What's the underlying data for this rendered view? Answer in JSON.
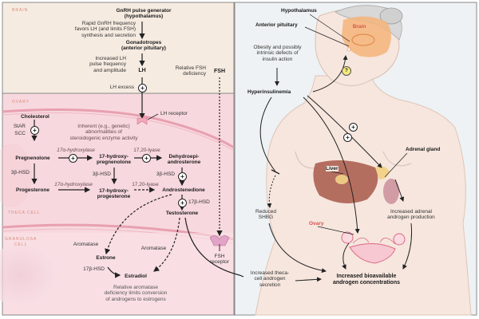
{
  "sections": {
    "brain": "BRAIN",
    "ovary": "OVARY",
    "theca_cell": "THECA CELL",
    "granulosa_cell_1": "GRANULOSA",
    "granulosa_cell_2": "CELL"
  },
  "brain_panel": {
    "gnrh_1": "GnRH pulse generator",
    "gnrh_2": "(hypothalamus)",
    "rapid_1": "Rapid GnRH frequency",
    "rapid_2": "favors LH (and limits FSH)",
    "rapid_3": "synthesis and secretion",
    "gonado_1": "Gonadotropes",
    "gonado_2": "(anterior pituitary)",
    "inc_lh_1": "Increased LH",
    "inc_lh_2": "pulse frequency",
    "inc_lh_3": "and amplitude",
    "lh": "LH",
    "fsh_def_1": "Relative FSH",
    "fsh_def_2": "deficiency",
    "fsh": "FSH",
    "lh_excess": "LH excess"
  },
  "ovary_panel": {
    "lh_receptor": "LH receptor",
    "cholesterol": "Cholesterol",
    "star": "StAR",
    "scc": "SCC",
    "inherent_1": "Inherent (e.g., genetic)",
    "inherent_2": "abnormalities of",
    "inherent_3": "steroidogenic enzyme activity",
    "hydroxylase_a": "17α-hydroxylase",
    "lyase_a": "17,20-lyase",
    "pregnenolone": "Pregnenolone",
    "hydroxy_preg_1": "17-hydroxy-",
    "hydroxy_preg_2": "pregnenolone",
    "dhea_1": "Dehydroepi-",
    "dhea_2": "androsterone",
    "hsd3_a": "3β-HSD",
    "hsd3_b": "3β-HSD",
    "hsd3_c": "3β-HSD",
    "hydroxylase_b": "17α-hydroxylase",
    "lyase_b": "17,20-lyase",
    "progesterone": "Progesterone",
    "hydroxy_prog_1": "17-hydroxy-",
    "hydroxy_prog_2": "progesterone",
    "androstenedione": "Androstenedione",
    "hsd17_a": "17β-HSD",
    "testosterone": "Testosterone",
    "aromatase_a": "Aromatase",
    "aromatase_b": "Aromatase",
    "estrone": "Estrone",
    "hsd17_b": "17β-HSD",
    "estradiol": "Estradiol",
    "fsh_receptor_1": "FSH",
    "fsh_receptor_2": "receptor",
    "relative_arom_1": "Relative aromatase",
    "relative_arom_2": "deficiency limits conversion",
    "relative_arom_3": "of androgens to estrogens"
  },
  "body_panel": {
    "hypothalamus": "Hypothalamus",
    "anterior_pituitary": "Anterior pituitary",
    "brain": "Brain",
    "obesity_1": "Obesity and possibly",
    "obesity_2": "intrinsic defects of",
    "obesity_3": "insulin action",
    "question_mark": "?",
    "hyperinsulinemia": "Hyperinsulinemia",
    "adrenal_gland": "Adrenal gland",
    "liver": "Liver",
    "reduced_shbg_1": "Reduced",
    "reduced_shbg_2": "SHBG",
    "inc_adrenal_1": "Increased adrenal",
    "inc_adrenal_2": "androgen production",
    "ovary": "Ovary",
    "inc_theca_1": "Increased theca-",
    "inc_theca_2": "cell androgen",
    "inc_theca_3": "secretion",
    "inc_bio_1": "Increased bioavailable",
    "inc_bio_2": "androgen concentrations"
  },
  "symbols": {
    "plus": "+"
  },
  "colors": {
    "brain_bg": "#f6ebe1",
    "ovary_bg": "#f7d8de",
    "granulosa_bg": "#fbe6ea",
    "body_bg": "#eef2f4",
    "skin": "#f6e6de",
    "brain_orange": "#f5b47a",
    "section_label": "#d98a7a",
    "red_label": "#d9534f",
    "arrow": "#222222"
  }
}
